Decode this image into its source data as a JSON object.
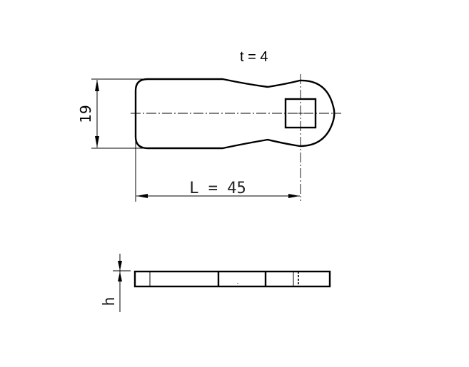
{
  "drawing": {
    "title_note": "t = 4",
    "top_view": {
      "height_dimension": "19",
      "length_dimension": "L = 45"
    },
    "side_view": {
      "thickness_label": "h"
    }
  }
}
